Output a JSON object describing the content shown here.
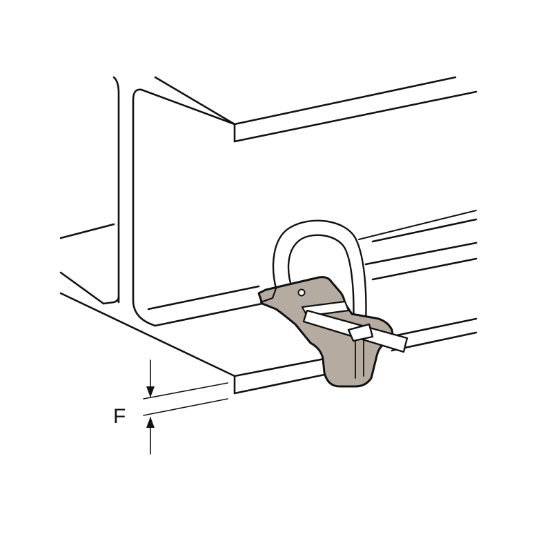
{
  "figure": {
    "dimension_label": "F",
    "colors": {
      "outline": "#111111",
      "background": "#ffffff",
      "clip_fill": "#b5aba0",
      "strap_fill": "#ffffff"
    },
    "parts": [
      "beam-flange",
      "beam-web",
      "spring-clip",
      "cable-tie-strap",
      "flange-thickness-dimension"
    ]
  }
}
